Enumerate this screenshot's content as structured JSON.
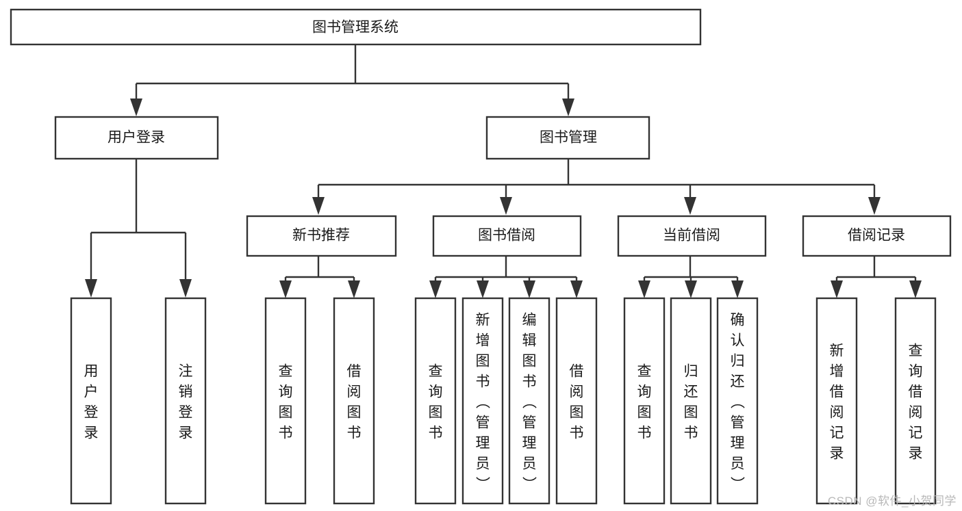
{
  "diagram": {
    "title": "图书管理系统",
    "watermark": "CSDN @软件_小贺同学",
    "accent_color": "#333333",
    "background_color": "#ffffff",
    "text_color": "#1a1a1a"
  },
  "nodes": {
    "root": {
      "label": "图书管理系统"
    },
    "level2": [
      {
        "id": "user-login",
        "label": "用户登录"
      },
      {
        "id": "book-manage",
        "label": "图书管理"
      }
    ],
    "level3": [
      {
        "id": "new-book-recommend",
        "label": "新书推荐"
      },
      {
        "id": "book-borrow",
        "label": "图书借阅"
      },
      {
        "id": "current-borrow",
        "label": "当前借阅"
      },
      {
        "id": "borrow-record",
        "label": "借阅记录"
      }
    ],
    "leaves": [
      {
        "id": "leaf-user-login",
        "label": "用户登录",
        "parent": "user-login"
      },
      {
        "id": "leaf-logout",
        "label": "注销登录",
        "parent": "user-login"
      },
      {
        "id": "leaf-query-book-1",
        "label": "查询图书",
        "parent": "new-book-recommend"
      },
      {
        "id": "leaf-borrow-book-1",
        "label": "借阅图书",
        "parent": "new-book-recommend"
      },
      {
        "id": "leaf-query-book-2",
        "label": "查询图书",
        "parent": "book-borrow"
      },
      {
        "id": "leaf-add-book",
        "label": "新增图书（管理员）",
        "parent": "book-borrow"
      },
      {
        "id": "leaf-edit-book",
        "label": "编辑图书（管理员）",
        "parent": "book-borrow"
      },
      {
        "id": "leaf-borrow-book-2",
        "label": "借阅图书",
        "parent": "book-borrow"
      },
      {
        "id": "leaf-query-book-3",
        "label": "查询图书",
        "parent": "current-borrow"
      },
      {
        "id": "leaf-return-book",
        "label": "归还图书",
        "parent": "current-borrow"
      },
      {
        "id": "leaf-confirm-return",
        "label": "确认归还（管理员）",
        "parent": "current-borrow"
      },
      {
        "id": "leaf-add-record",
        "label": "新增借阅记录",
        "parent": "borrow-record"
      },
      {
        "id": "leaf-query-record",
        "label": "查询借阅记录",
        "parent": "borrow-record"
      }
    ]
  },
  "chart_data": {
    "type": "diagram",
    "title": "图书管理系统",
    "subtype": "tree-hierarchy-flowchart",
    "orientation": "top-down",
    "levels": 4,
    "node_count": 20,
    "tree": {
      "label": "图书管理系统",
      "children": [
        {
          "label": "用户登录",
          "children": [
            {
              "label": "用户登录",
              "children": []
            },
            {
              "label": "注销登录",
              "children": []
            }
          ]
        },
        {
          "label": "图书管理",
          "children": [
            {
              "label": "新书推荐",
              "children": [
                {
                  "label": "查询图书",
                  "children": []
                },
                {
                  "label": "借阅图书",
                  "children": []
                }
              ]
            },
            {
              "label": "图书借阅",
              "children": [
                {
                  "label": "查询图书",
                  "children": []
                },
                {
                  "label": "新增图书（管理员）",
                  "children": []
                },
                {
                  "label": "编辑图书（管理员）",
                  "children": []
                },
                {
                  "label": "借阅图书",
                  "children": []
                }
              ]
            },
            {
              "label": "当前借阅",
              "children": [
                {
                  "label": "查询图书",
                  "children": []
                },
                {
                  "label": "归还图书",
                  "children": []
                },
                {
                  "label": "确认归还（管理员）",
                  "children": []
                }
              ]
            },
            {
              "label": "借阅记录",
              "children": [
                {
                  "label": "新增借阅记录",
                  "children": []
                },
                {
                  "label": "查询借阅记录",
                  "children": []
                }
              ]
            }
          ]
        }
      ]
    }
  }
}
